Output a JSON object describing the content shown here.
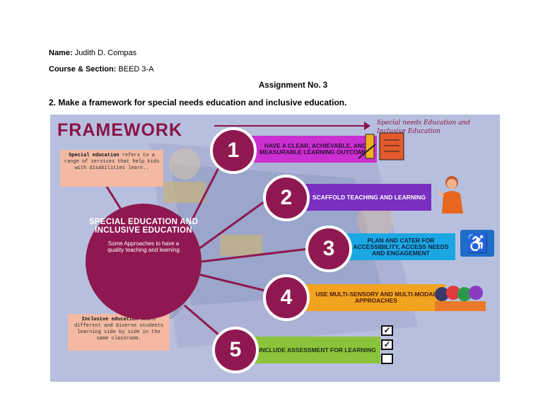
{
  "header": {
    "name_label": "Name:",
    "name_value": "Judith D. Compas",
    "course_label": "Course & Section:",
    "course_value": "BEED 3-A",
    "assignment": "Assignment No. 3",
    "question": "2. Make a framework for special needs education and inclusive education."
  },
  "infographic": {
    "title": "FRAMEWORK",
    "subtitle": "Special needs Education and Inclusive Education",
    "center": {
      "title": "SPECIAL EDUCATION AND INCLUSIVE EDUCATION",
      "subtitle": "Some Approaches to have a quality teaching and learning"
    },
    "notes": {
      "special_term": "Special education",
      "special_text": "refers to a range of services that help kids with disabilities learn..",
      "inclusive_term": "Inclusive education",
      "inclusive_text": "means different and diverse students learning side by side in the same classroom."
    },
    "steps": [
      {
        "number": "1",
        "text": "HAVE A CLEAR, ACHIEVABLE, AND MEASURABLE LEARNING OUTCOMES"
      },
      {
        "number": "2",
        "text": "SCAFFOLD TEACHING AND LEARNING"
      },
      {
        "number": "3",
        "text": "PLAN AND CATER FOR ACCESSIBILITY, ACCESS NEEDS AND ENGAGEMENT"
      },
      {
        "number": "4",
        "text": "USE MULTI-SENSORY AND MULTI-MODAL APPROACHES"
      },
      {
        "number": "5",
        "text": "INCLUDE ASSESSMENT FOR LEARNING"
      }
    ],
    "colors": {
      "accent": "#8f1850",
      "background": "#b7bfde",
      "step1": "#cc2fd1",
      "step2": "#7a2fc0",
      "step3": "#1ba7e3",
      "step4": "#f2a31f",
      "step5": "#8ac43a",
      "note": "#f3b9a2"
    },
    "icons": [
      "clipboard-icon",
      "teacher-icon",
      "wheelchair-icon",
      "diverse-faces-icon",
      "checklist-icon"
    ]
  }
}
